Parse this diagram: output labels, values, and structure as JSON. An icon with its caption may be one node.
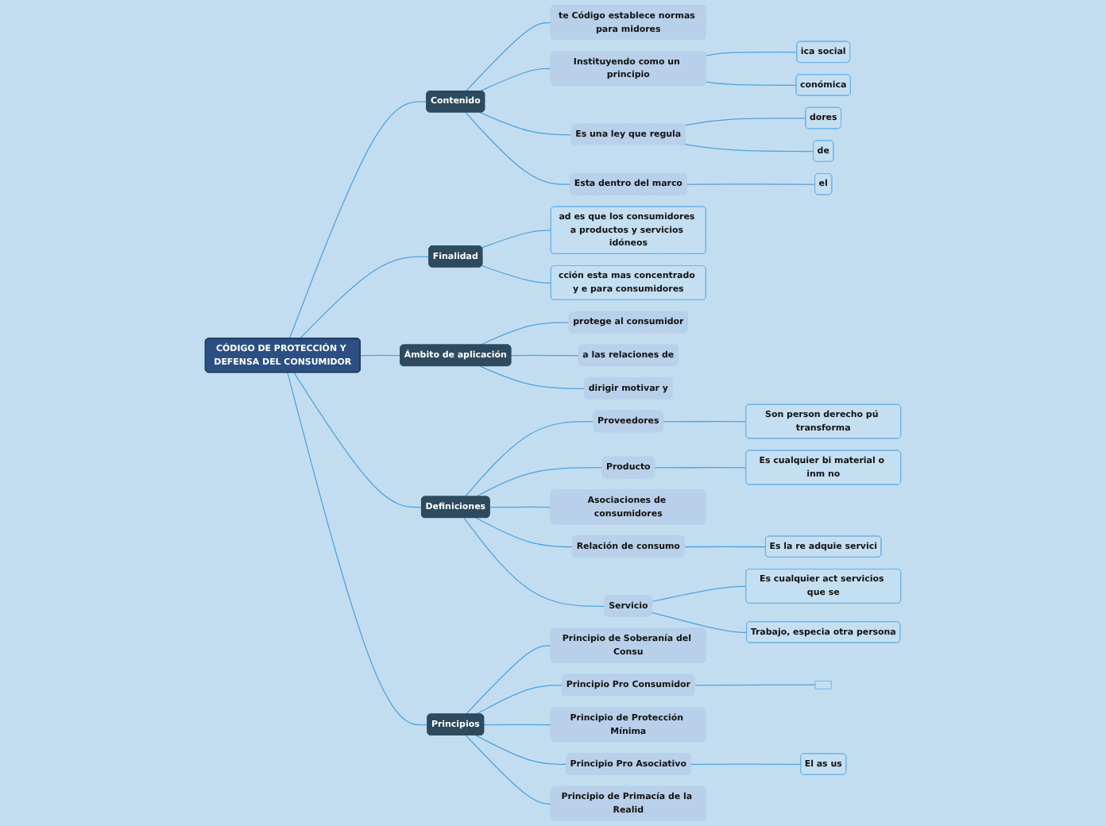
{
  "diagram": {
    "nodes": [
      {
        "text": [
          "CÓDIGO DE PROTECCIÓN Y DEFENSA DEL CONSUMIDOR"
        ]
      },
      {
        "text": [
          "Contenido"
        ]
      },
      {
        "text": [
          "te Código establece normas para midores"
        ]
      },
      {
        "text": [
          "Instituyendo como un principio"
        ]
      },
      {
        "text": [
          "ica social"
        ]
      },
      {
        "text": [
          "conómica"
        ]
      },
      {
        "text": [
          "Es una ley que regula"
        ]
      },
      {
        "text": [
          "dores"
        ]
      },
      {
        "text": [
          "de"
        ]
      },
      {
        "text": [
          "Esta dentro del marco"
        ]
      },
      {
        "text": [
          "el"
        ]
      },
      {
        "text": [
          "Finalidad"
        ]
      },
      {
        "text": [
          "ad es que los consumidores a productos y servicios idóneos"
        ]
      },
      {
        "text": [
          "cción esta mas concentrado y e para consumidores"
        ]
      },
      {
        "text": [
          "Ámbito de aplicación"
        ]
      },
      {
        "text": [
          "protege al consumidor"
        ]
      },
      {
        "text": [
          "a las relaciones de"
        ]
      },
      {
        "text": [
          "dirigir motivar y"
        ]
      },
      {
        "text": [
          "Definiciones"
        ]
      },
      {
        "text": [
          "Proveedores"
        ]
      },
      {
        "text": [
          "Son person derecho pú transforma"
        ]
      },
      {
        "text": [
          "Producto"
        ]
      },
      {
        "text": [
          "Es cualquier bi material o inm no"
        ]
      },
      {
        "text": [
          "Asociaciones de consumidores"
        ]
      },
      {
        "text": [
          "Relación de consumo"
        ]
      },
      {
        "text": [
          "Es la re adquie servici"
        ]
      },
      {
        "text": [
          "Servicio"
        ]
      },
      {
        "text": [
          "Es cualquier act servicios que se"
        ]
      },
      {
        "text": [
          "Trabajo, especia otra persona"
        ]
      },
      {
        "text": [
          "Principios"
        ]
      },
      {
        "text": [
          "Principio de Soberanía del Consu"
        ]
      },
      {
        "text": [
          "Principio Pro Consumidor"
        ]
      },
      {
        "text": [],
        "shape": "box"
      },
      {
        "text": [
          "Principio de Protección Mínima"
        ]
      },
      {
        "text": [
          "Principio Pro Asociativo"
        ]
      },
      {
        "text": [
          "El as us"
        ]
      },
      {
        "text": [
          "Principio de Primacía de la Realid"
        ]
      }
    ],
    "edges": [
      {
        "from": 0,
        "to": 1,
        "arrow": "none"
      },
      {
        "from": 1,
        "to": 2,
        "arrow": "none"
      },
      {
        "from": 1,
        "to": 3,
        "arrow": "none"
      },
      {
        "from": 3,
        "to": 4,
        "arrow": "none"
      },
      {
        "from": 3,
        "to": 5,
        "arrow": "none"
      },
      {
        "from": 1,
        "to": 6,
        "arrow": "none"
      },
      {
        "from": 6,
        "to": 7,
        "arrow": "none"
      },
      {
        "from": 6,
        "to": 8,
        "arrow": "none"
      },
      {
        "from": 1,
        "to": 9,
        "arrow": "none"
      },
      {
        "from": 9,
        "to": 10,
        "arrow": "none"
      },
      {
        "from": 0,
        "to": 11,
        "arrow": "none"
      },
      {
        "from": 11,
        "to": 12,
        "arrow": "none"
      },
      {
        "from": 11,
        "to": 13,
        "arrow": "none"
      },
      {
        "from": 0,
        "to": 14,
        "arrow": "none"
      },
      {
        "from": 14,
        "to": 15,
        "arrow": "none"
      },
      {
        "from": 14,
        "to": 16,
        "arrow": "none"
      },
      {
        "from": 14,
        "to": 17,
        "arrow": "none"
      },
      {
        "from": 0,
        "to": 18,
        "arrow": "none"
      },
      {
        "from": 18,
        "to": 19,
        "arrow": "none"
      },
      {
        "from": 19,
        "to": 20,
        "arrow": "none"
      },
      {
        "from": 18,
        "to": 21,
        "arrow": "none"
      },
      {
        "from": 21,
        "to": 22,
        "arrow": "none"
      },
      {
        "from": 18,
        "to": 23,
        "arrow": "none"
      },
      {
        "from": 18,
        "to": 24,
        "arrow": "none"
      },
      {
        "from": 24,
        "to": 25,
        "arrow": "none"
      },
      {
        "from": 18,
        "to": 26,
        "arrow": "none"
      },
      {
        "from": 26,
        "to": 27,
        "arrow": "none"
      },
      {
        "from": 26,
        "to": 28,
        "arrow": "none"
      },
      {
        "from": 0,
        "to": 29,
        "arrow": "none"
      },
      {
        "from": 29,
        "to": 30,
        "arrow": "none"
      },
      {
        "from": 29,
        "to": 31,
        "arrow": "none"
      },
      {
        "from": 31,
        "to": 32,
        "arrow": "none"
      },
      {
        "from": 29,
        "to": 33,
        "arrow": "none"
      },
      {
        "from": 29,
        "to": 34,
        "arrow": "none"
      },
      {
        "from": 34,
        "to": 35,
        "arrow": "none"
      },
      {
        "from": 29,
        "to": 36,
        "arrow": "none"
      }
    ]
  }
}
